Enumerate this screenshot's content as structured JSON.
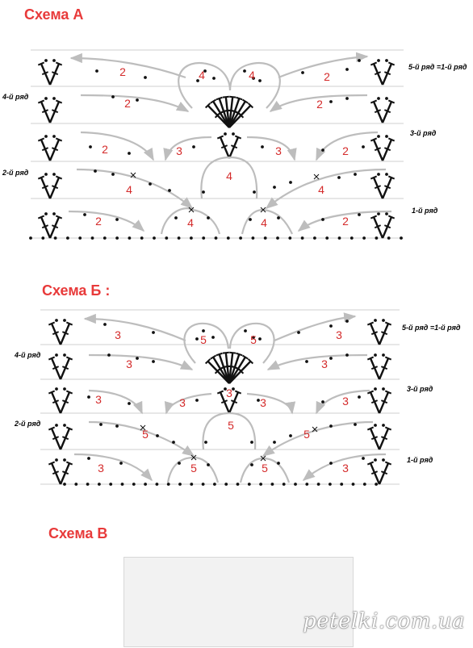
{
  "colors": {
    "title": "#e83a3a",
    "number": "#d42a2a",
    "arrow": "#bdbdbd",
    "ink": "#111111",
    "guide": "#cfcfcf",
    "watermark": "#ffffff"
  },
  "schemes": [
    {
      "title": "Схема А",
      "labels": {
        "row1": "1-й ряд",
        "row2": "2-й ряд",
        "row3": "3-й ряд",
        "row4": "4-й ряд",
        "row5": "5-й ряд =1-й ряд"
      },
      "counts": {
        "row5_side": "2",
        "row5_lobe": "4",
        "row4_side": "2",
        "row3_side": "2",
        "row3_inner": "3",
        "row2_chain": "4",
        "row2_arch": "4",
        "row1_side": "2",
        "row1_arch": "4"
      }
    },
    {
      "title": "Схема Б :",
      "labels": {
        "row1": "1-й ряд",
        "row2": "2-й ряд",
        "row3": "3-й ряд",
        "row4": "4-й ряд",
        "row5": "5-й ряд =1-й ряд"
      },
      "counts": {
        "row5_side": "3",
        "row5_lobe": "5",
        "row4_side": "3",
        "row3_side": "3",
        "row3_inner": "3",
        "row3_center": "3",
        "row2_chain": "5",
        "row2_arch": "5",
        "row1_side": "3",
        "row1_arch": "5"
      }
    }
  ],
  "schemeV": {
    "title": "Схема В"
  },
  "watermark": "petelki.com.ua"
}
